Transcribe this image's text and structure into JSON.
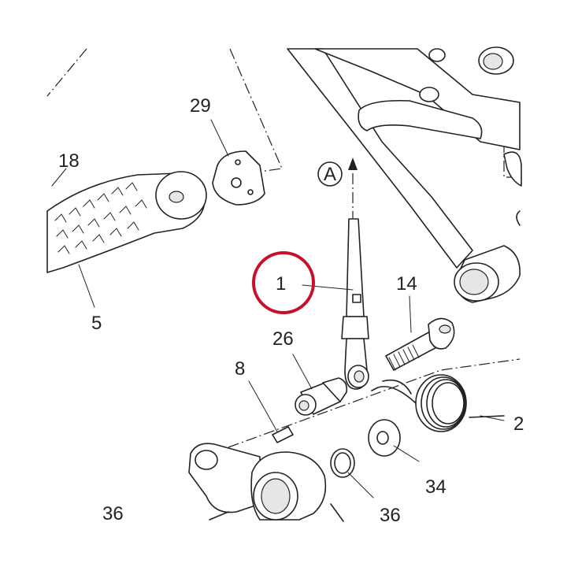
{
  "labels": {
    "part_1": "1",
    "part_5": "5",
    "part_8": "8",
    "part_14": "14",
    "part_18": "18",
    "part_26": "26",
    "part_29": "29",
    "part_34": "34",
    "part_36_right": "36",
    "part_36_left": "36",
    "part_2_partial": "2",
    "view_a": "A"
  },
  "highlight_color": "#c8102e",
  "line_color": "#222222"
}
